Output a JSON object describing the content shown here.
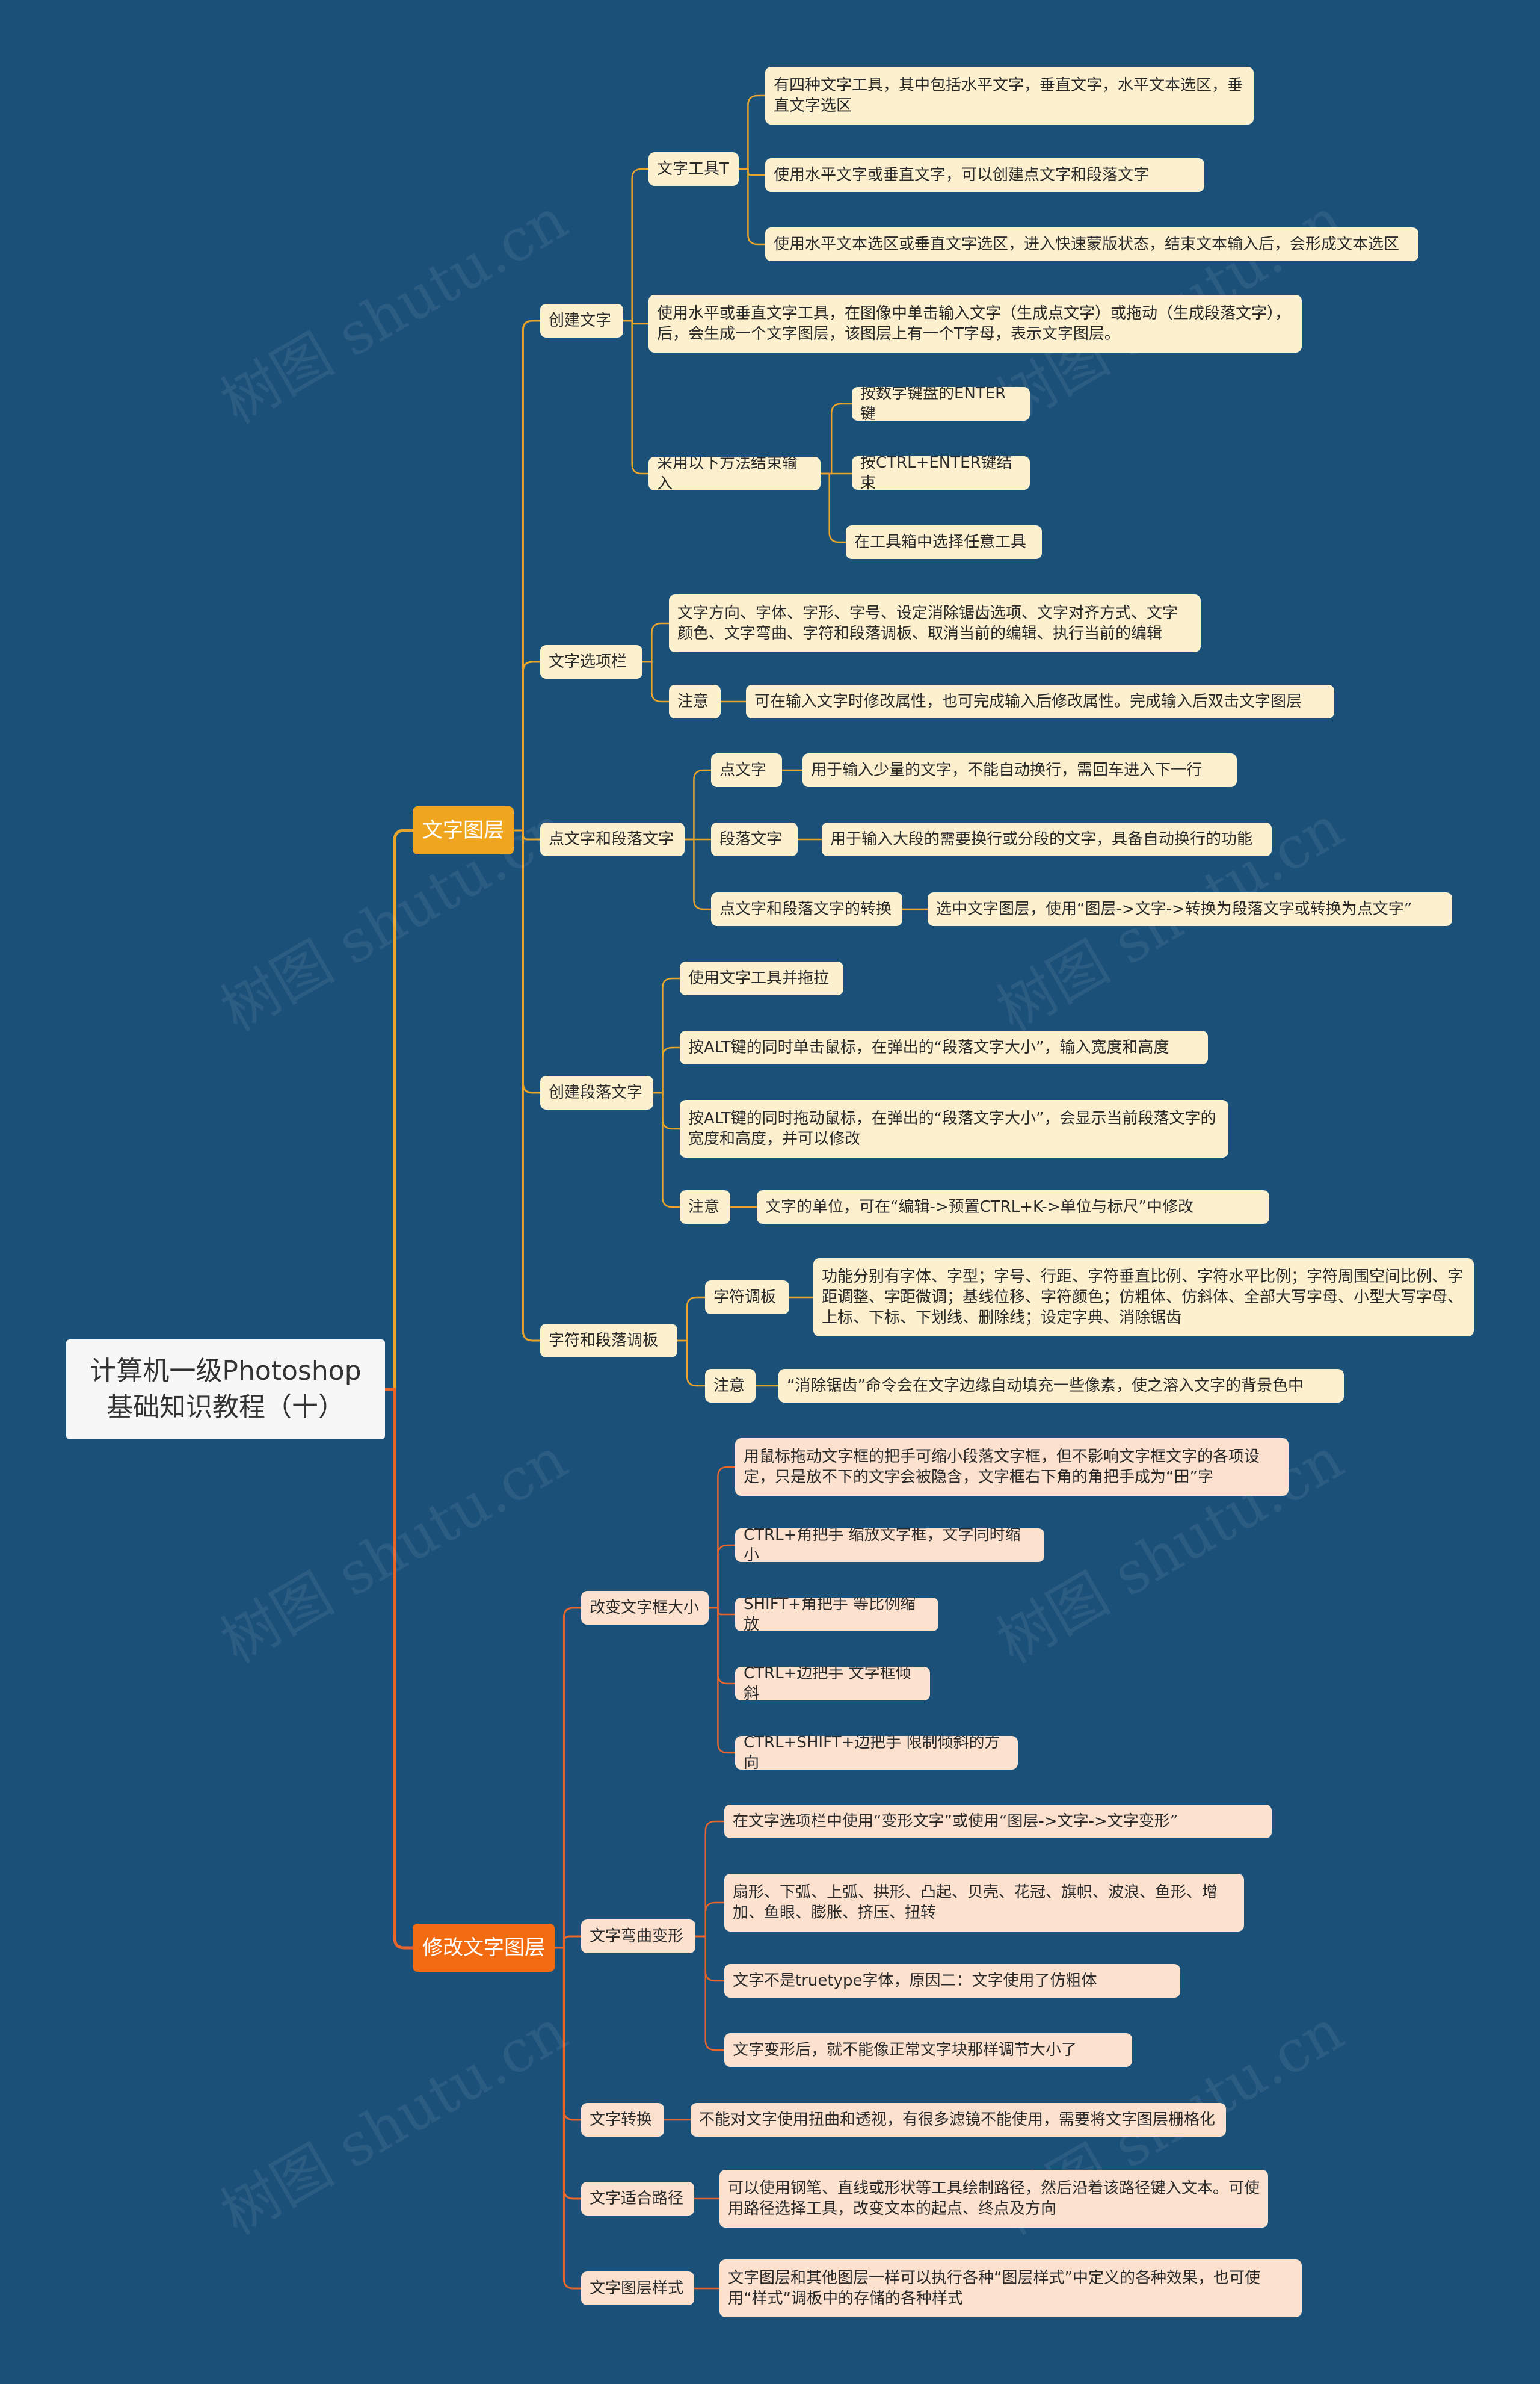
{
  "watermark": "树图 shutu.cn",
  "colors": {
    "background": "#1b5079",
    "branch_yellow": "#f0a51f",
    "branch_orange": "#f36b10",
    "link_yellow": "#e9a52a",
    "link_orange": "#e8652c"
  },
  "root": {
    "text": "计算机一级Photoshop\n基础知识教程（十）"
  },
  "branches": [
    {
      "text": "文字图层"
    },
    {
      "text": "修改文字图层"
    }
  ],
  "nodes": {
    "create_text": "创建文字",
    "text_tool": "文字工具T",
    "text_tool_1": "有四种文字工具，其中包括水平文字，垂直文字，水平文本选区，垂直文字选区",
    "text_tool_2": "使用水平文字或垂直文字，可以创建点文字和段落文字",
    "text_tool_3": "使用水平文本选区或垂直文字选区，进入快速蒙版状态，结束文本输入后，会形成文本选区",
    "create_text_desc": "使用水平或垂直文字工具，在图像中单击输入文字（生成点文字）或拖动（生成段落文字），后，会生成一个文字图层，该图层上有一个T字母，表示文字图层。",
    "end_input": "采用以下方法结束输入",
    "end_input_1": "按数字键盘的ENTER键",
    "end_input_2": "按CTRL+ENTER键结束",
    "end_input_3": "在工具箱中选择任意工具",
    "options_bar": "文字选项栏",
    "options_bar_desc": "文字方向、字体、字形、字号、设定消除锯齿选项、文字对齐方式、文字颜色、文字弯曲、字符和段落调板、取消当前的编辑、执行当前的编辑",
    "options_note": "注意",
    "options_note_desc": "可在输入文字时修改属性，也可完成输入后修改属性。完成输入后双击文字图层",
    "point_para": "点文字和段落文字",
    "point_text": "点文字",
    "point_text_desc": "用于输入少量的文字，不能自动换行，需回车进入下一行",
    "para_text": "段落文字",
    "para_text_desc": "用于输入大段的需要换行或分段的文字，具备自动换行的功能",
    "convert": "点文字和段落文字的转换",
    "convert_desc": "选中文字图层，使用“图层->文字->转换为段落文字或转换为点文字”",
    "create_para": "创建段落文字",
    "create_para_1": "使用文字工具并拖拉",
    "create_para_2": "按ALT键的同时单击鼠标，在弹出的“段落文字大小”，输入宽度和高度",
    "create_para_3": "按ALT键的同时拖动鼠标，在弹出的“段落文字大小”，会显示当前段落文字的宽度和高度，并可以修改",
    "create_para_note": "注意",
    "create_para_note_desc": "文字的单位，可在“编辑->预置CTRL+K->单位与标尺”中修改",
    "char_para_panel": "字符和段落调板",
    "char_panel": "字符调板",
    "char_panel_desc": "功能分别有字体、字型；字号、行距、字符垂直比例、字符水平比例；字符周围空间比例、字距调整、字距微调；基线位移、字符颜色；仿粗体、仿斜体、全部大写字母、小型大写字母、上标、下标、下划线、删除线；设定字典、消除锯齿",
    "char_note": "注意",
    "char_note_desc": "“消除锯齿”命令会在文字边缘自动填充一些像素，使之溶入文字的背景色中",
    "resize": "改变文字框大小",
    "resize_1": "用鼠标拖动文字框的把手可缩小段落文字框，但不影响文字框文字的各项设定，只是放不下的文字会被隐含，文字框右下角的角把手成为“田”字",
    "resize_2": "CTRL+角把手 缩放文字框，文字同时缩小",
    "resize_3": "SHIFT+角把手 等比例缩放",
    "resize_4": "CTRL+边把手 文字框倾斜",
    "resize_5": "CTRL+SHIFT+边把手 限制倾斜的方向",
    "warp": "文字弯曲变形",
    "warp_1": "在文字选项栏中使用“变形文字”或使用“图层->文字->文字变形”",
    "warp_2": "扇形、下弧、上弧、拱形、凸起、贝壳、花冠、旗帜、波浪、鱼形、增加、鱼眼、膨胀、挤压、扭转",
    "warp_3": "文字不是truetype字体，原因二：文字使用了仿粗体",
    "warp_4": "文字变形后，就不能像正常文字块那样调节大小了",
    "transform": "文字转换",
    "transform_desc": "不能对文字使用扭曲和透视，有很多滤镜不能使用，需要将文字图层栅格化",
    "path_text": "文字适合路径",
    "path_text_desc": "可以使用钢笔、直线或形状等工具绘制路径，然后沿着该路径键入文本。可使用路径选择工具，改变文本的起点、终点及方向",
    "layer_style": "文字图层样式",
    "layer_style_desc": "文字图层和其他图层一样可以执行各种“图层样式”中定义的各种效果，也可使用“样式”调板中的存储的各种样式"
  }
}
